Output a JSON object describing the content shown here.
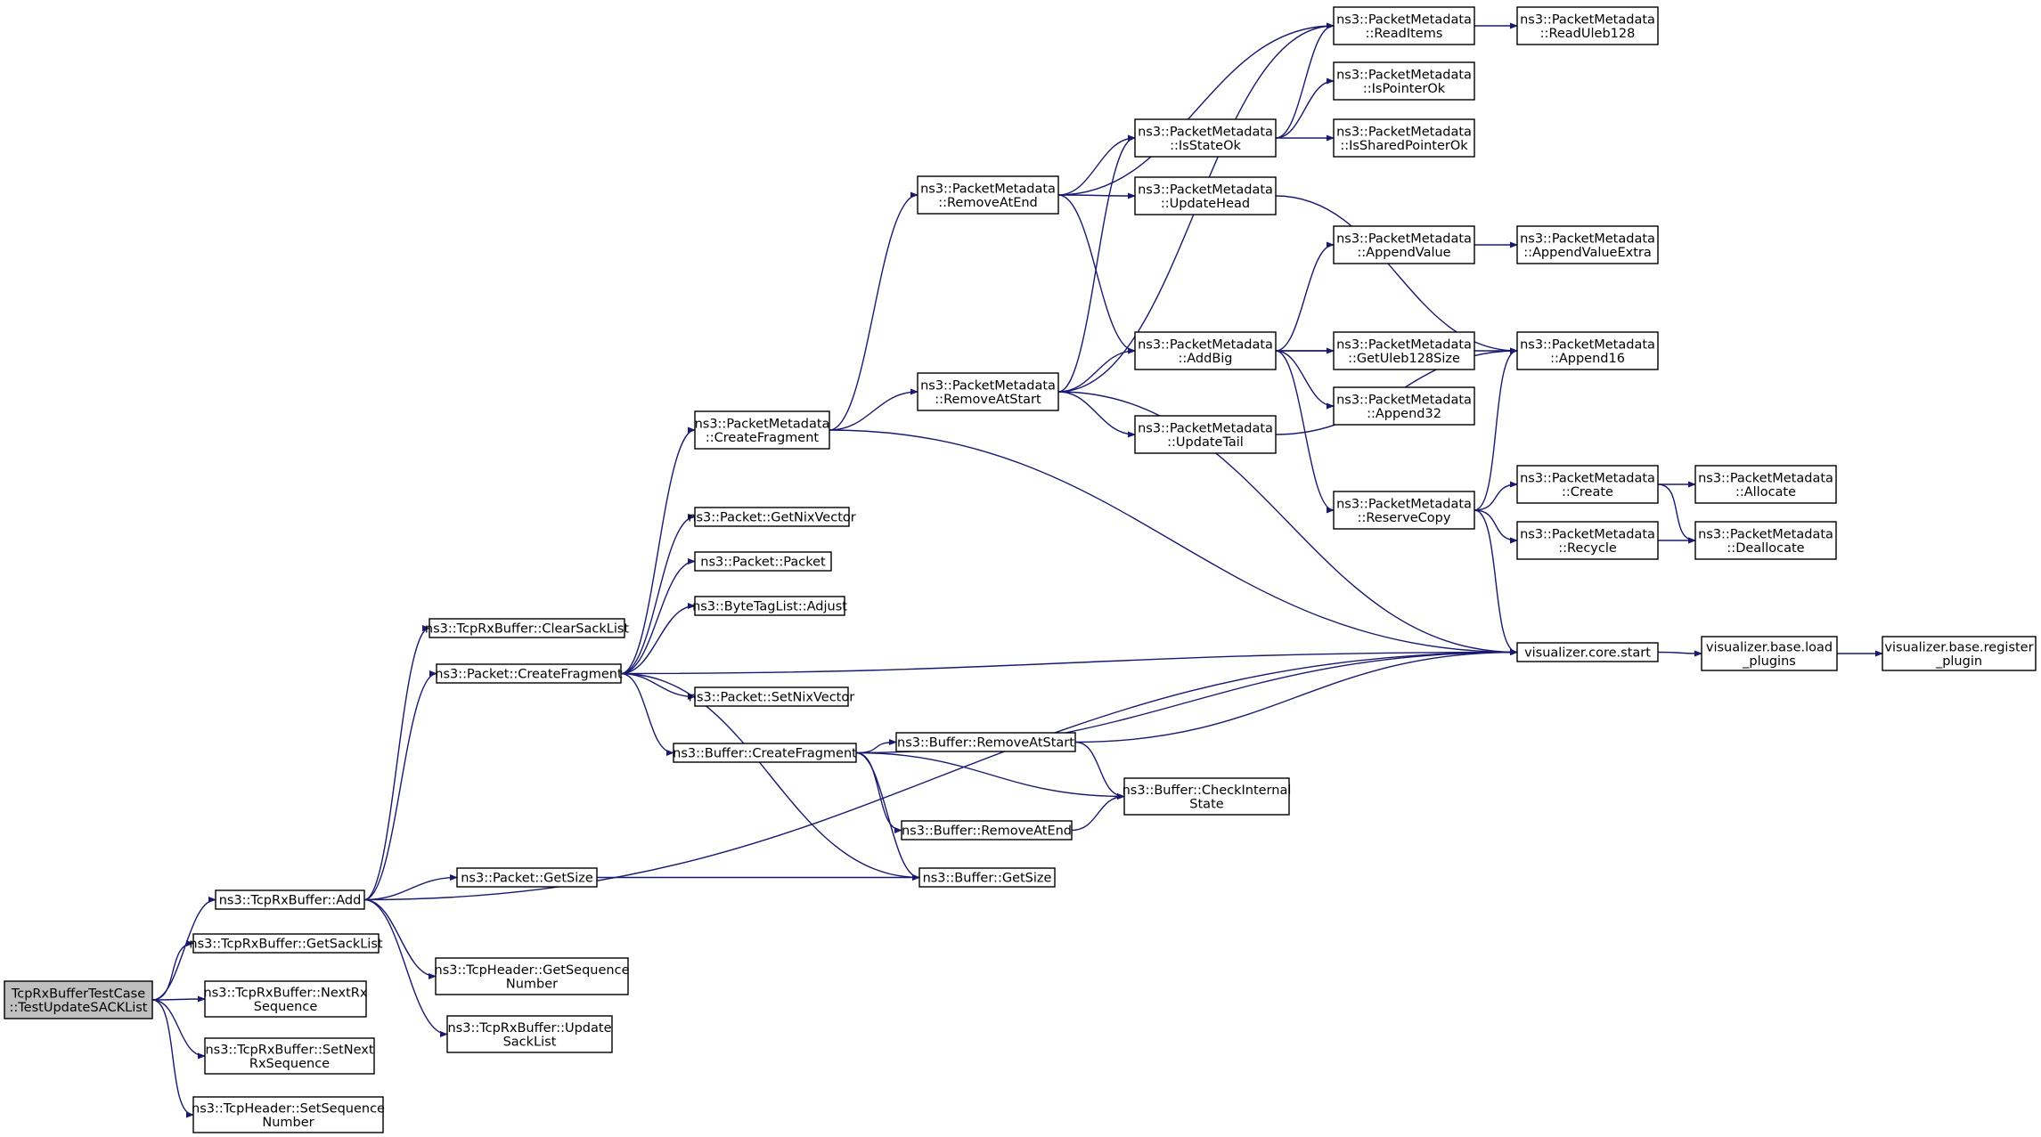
{
  "diagram": {
    "type": "call-graph",
    "edge_color": "#191970",
    "root_fill": "#bfbfbf",
    "nodes": [
      {
        "id": "root",
        "lines": [
          "TcpRxBufferTestCase",
          "::TestUpdateSACKList"
        ],
        "root": true
      },
      {
        "id": "add",
        "lines": [
          "ns3::TcpRxBuffer::Add"
        ]
      },
      {
        "id": "getsack",
        "lines": [
          "ns3::TcpRxBuffer::GetSackList"
        ]
      },
      {
        "id": "nextrx",
        "lines": [
          "ns3::TcpRxBuffer::NextRx",
          "Sequence"
        ]
      },
      {
        "id": "setnext",
        "lines": [
          "ns3::TcpRxBuffer::SetNext",
          "RxSequence"
        ]
      },
      {
        "id": "hdrset",
        "lines": [
          "ns3::TcpHeader::SetSequence",
          "Number"
        ]
      },
      {
        "id": "clearsack",
        "lines": [
          "ns3::TcpRxBuffer::ClearSackList"
        ]
      },
      {
        "id": "pktcf",
        "lines": [
          "ns3::Packet::CreateFragment"
        ]
      },
      {
        "id": "pktsize",
        "lines": [
          "ns3::Packet::GetSize"
        ]
      },
      {
        "id": "hdrget",
        "lines": [
          "ns3::TcpHeader::GetSequence",
          "Number"
        ]
      },
      {
        "id": "upsack",
        "lines": [
          "ns3::TcpRxBuffer::Update",
          "SackList"
        ]
      },
      {
        "id": "pmcf",
        "lines": [
          "ns3::PacketMetadata",
          "::CreateFragment"
        ]
      },
      {
        "id": "nixget",
        "lines": [
          "ns3::Packet::GetNixVector"
        ]
      },
      {
        "id": "packet",
        "lines": [
          "ns3::Packet::Packet"
        ]
      },
      {
        "id": "btl",
        "lines": [
          "ns3::ByteTagList::Adjust"
        ]
      },
      {
        "id": "nixset",
        "lines": [
          "ns3::Packet::SetNixVector"
        ]
      },
      {
        "id": "bufcf",
        "lines": [
          "ns3::Buffer::CreateFragment"
        ]
      },
      {
        "id": "bufsize",
        "lines": [
          "ns3::Buffer::GetSize"
        ]
      },
      {
        "id": "rae",
        "lines": [
          "ns3::PacketMetadata",
          "::RemoveAtEnd"
        ]
      },
      {
        "id": "ras",
        "lines": [
          "ns3::PacketMetadata",
          "::RemoveAtStart"
        ]
      },
      {
        "id": "bras",
        "lines": [
          "ns3::Buffer::RemoveAtStart"
        ]
      },
      {
        "id": "brae",
        "lines": [
          "ns3::Buffer::RemoveAtEnd"
        ]
      },
      {
        "id": "isstate",
        "lines": [
          "ns3::PacketMetadata",
          "::IsStateOk"
        ]
      },
      {
        "id": "uphead",
        "lines": [
          "ns3::PacketMetadata",
          "::UpdateHead"
        ]
      },
      {
        "id": "addbig",
        "lines": [
          "ns3::PacketMetadata",
          "::AddBig"
        ]
      },
      {
        "id": "uptail",
        "lines": [
          "ns3::PacketMetadata",
          "::UpdateTail"
        ]
      },
      {
        "id": "chk",
        "lines": [
          "ns3::Buffer::CheckInternal",
          "State"
        ]
      },
      {
        "id": "readitems",
        "lines": [
          "ns3::PacketMetadata",
          "::ReadItems"
        ]
      },
      {
        "id": "isptr",
        "lines": [
          "ns3::PacketMetadata",
          "::IsPointerOk"
        ]
      },
      {
        "id": "isshared",
        "lines": [
          "ns3::PacketMetadata",
          "::IsSharedPointerOk"
        ]
      },
      {
        "id": "appval",
        "lines": [
          "ns3::PacketMetadata",
          "::AppendValue"
        ]
      },
      {
        "id": "getuleb",
        "lines": [
          "ns3::PacketMetadata",
          "::GetUleb128Size"
        ]
      },
      {
        "id": "app32",
        "lines": [
          "ns3::PacketMetadata",
          "::Append32"
        ]
      },
      {
        "id": "rescopy",
        "lines": [
          "ns3::PacketMetadata",
          "::ReserveCopy"
        ]
      },
      {
        "id": "readuleb",
        "lines": [
          "ns3::PacketMetadata",
          "::ReadUleb128"
        ]
      },
      {
        "id": "appvalx",
        "lines": [
          "ns3::PacketMetadata",
          "::AppendValueExtra"
        ]
      },
      {
        "id": "app16",
        "lines": [
          "ns3::PacketMetadata",
          "::Append16"
        ]
      },
      {
        "id": "create",
        "lines": [
          "ns3::PacketMetadata",
          "::Create"
        ]
      },
      {
        "id": "recycle",
        "lines": [
          "ns3::PacketMetadata",
          "::Recycle"
        ]
      },
      {
        "id": "vstart",
        "lines": [
          "visualizer.core.start"
        ]
      },
      {
        "id": "allocate",
        "lines": [
          "ns3::PacketMetadata",
          "::Allocate"
        ]
      },
      {
        "id": "dealloc",
        "lines": [
          "ns3::PacketMetadata",
          "::Deallocate"
        ]
      },
      {
        "id": "loadplug",
        "lines": [
          "visualizer.base.load",
          "_plugins"
        ]
      },
      {
        "id": "regplug",
        "lines": [
          "visualizer.base.register",
          "_plugin"
        ]
      }
    ],
    "edges": [
      [
        "root",
        "add"
      ],
      [
        "root",
        "getsack"
      ],
      [
        "root",
        "nextrx"
      ],
      [
        "root",
        "setnext"
      ],
      [
        "root",
        "hdrset"
      ],
      [
        "add",
        "clearsack"
      ],
      [
        "add",
        "pktcf"
      ],
      [
        "add",
        "pktsize"
      ],
      [
        "add",
        "hdrget"
      ],
      [
        "add",
        "upsack"
      ],
      [
        "add",
        "vstart"
      ],
      [
        "pktcf",
        "pmcf"
      ],
      [
        "pktcf",
        "nixget"
      ],
      [
        "pktcf",
        "packet"
      ],
      [
        "pktcf",
        "btl"
      ],
      [
        "pktcf",
        "vstart"
      ],
      [
        "pktcf",
        "nixset"
      ],
      [
        "pktcf",
        "bufcf"
      ],
      [
        "pktcf",
        "bufsize"
      ],
      [
        "pktsize",
        "bufsize"
      ],
      [
        "pmcf",
        "rae"
      ],
      [
        "pmcf",
        "ras"
      ],
      [
        "pmcf",
        "vstart"
      ],
      [
        "rae",
        "readitems"
      ],
      [
        "rae",
        "isstate"
      ],
      [
        "rae",
        "uphead"
      ],
      [
        "rae",
        "addbig"
      ],
      [
        "ras",
        "readitems"
      ],
      [
        "ras",
        "isstate"
      ],
      [
        "ras",
        "addbig"
      ],
      [
        "ras",
        "uptail"
      ],
      [
        "ras",
        "vstart"
      ],
      [
        "bufcf",
        "vstart"
      ],
      [
        "bufcf",
        "bras"
      ],
      [
        "bufcf",
        "chk"
      ],
      [
        "bufcf",
        "brae"
      ],
      [
        "bufcf",
        "bufsize"
      ],
      [
        "bras",
        "chk"
      ],
      [
        "bras",
        "vstart"
      ],
      [
        "brae",
        "chk"
      ],
      [
        "isstate",
        "readitems"
      ],
      [
        "isstate",
        "isptr"
      ],
      [
        "isstate",
        "isshared"
      ],
      [
        "uphead",
        "app16"
      ],
      [
        "uptail",
        "app16"
      ],
      [
        "addbig",
        "appval"
      ],
      [
        "addbig",
        "app16"
      ],
      [
        "addbig",
        "getuleb"
      ],
      [
        "addbig",
        "app32"
      ],
      [
        "addbig",
        "rescopy"
      ],
      [
        "readitems",
        "readuleb"
      ],
      [
        "appval",
        "appvalx"
      ],
      [
        "rescopy",
        "app16"
      ],
      [
        "rescopy",
        "create"
      ],
      [
        "rescopy",
        "recycle"
      ],
      [
        "rescopy",
        "vstart"
      ],
      [
        "create",
        "allocate"
      ],
      [
        "create",
        "dealloc"
      ],
      [
        "recycle",
        "dealloc"
      ],
      [
        "vstart",
        "loadplug"
      ],
      [
        "loadplug",
        "regplug"
      ]
    ]
  }
}
